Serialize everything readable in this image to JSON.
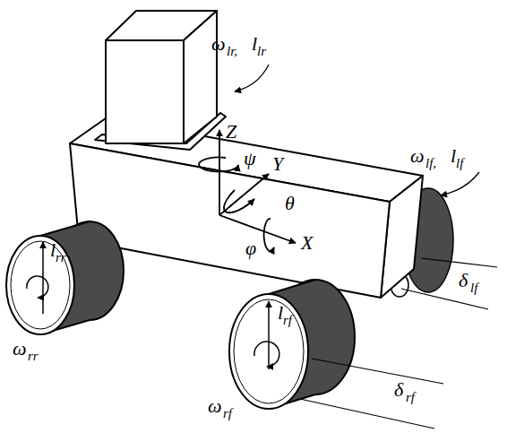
{
  "diagram": {
    "labels": [
      "ω",
      "lr,",
      "l",
      "lr",
      "ω",
      "lf,",
      "l",
      "lf",
      "l",
      "rr",
      "ω",
      "rr",
      "l",
      "rf",
      "ω",
      "rf",
      "δ",
      "lf",
      "δ",
      "rf",
      "Z",
      "Y",
      "X",
      "ψ",
      "θ",
      "φ"
    ]
  }
}
